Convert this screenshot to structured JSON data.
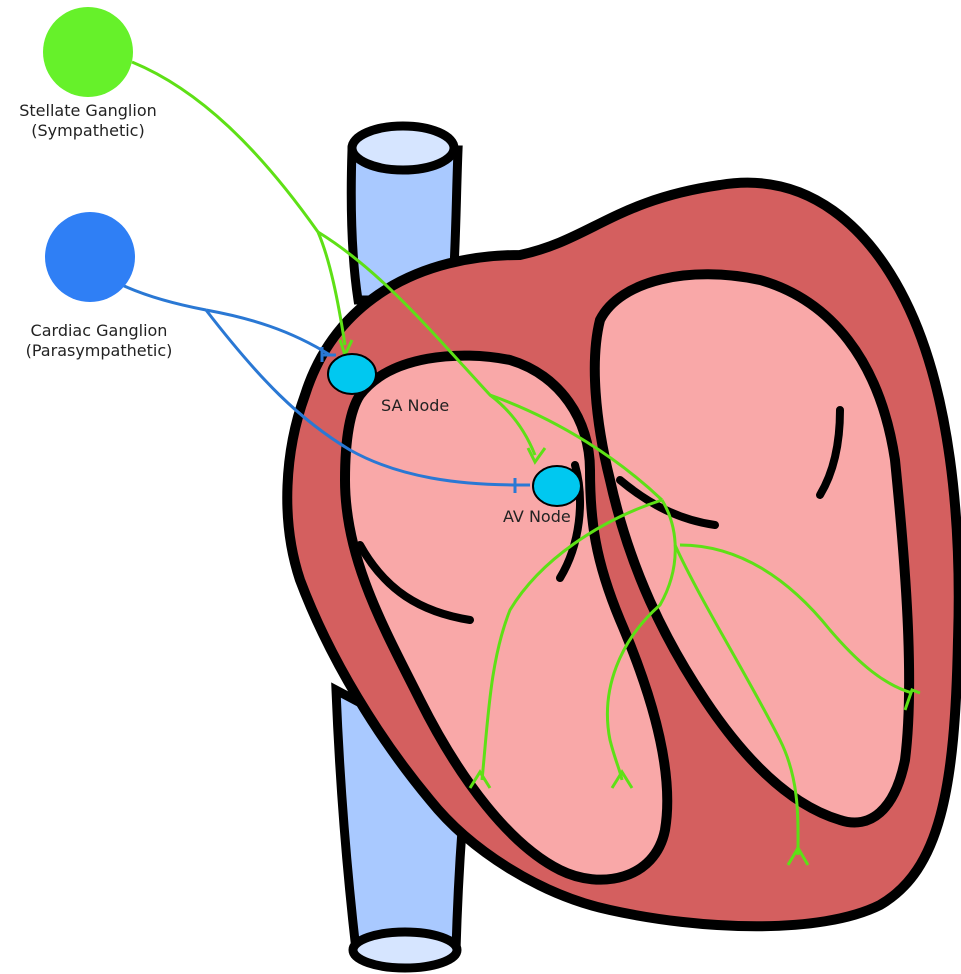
{
  "labels": {
    "stellate_line1": "Stellate Ganglion",
    "stellate_line2": "(Sympathetic)",
    "cardiac_line1": "Cardiac Ganglion",
    "cardiac_line2": "(Parasympathetic)",
    "sa_node": "SA Node",
    "av_node": "AV Node"
  },
  "colors": {
    "sympathetic": "#66f12a",
    "parasympathetic": "#2f7ff5",
    "nerve_green": "#5ee016",
    "nerve_blue": "#2a78d4",
    "node": "#00c8f0",
    "heart_outer": "#d45f5f",
    "heart_chamber": "#f9a8a8",
    "vessel": "#a9c9ff",
    "vessel_cap": "#d6e5ff",
    "outline": "#000000"
  },
  "icons": {
    "stellate_ganglion": "green-circle",
    "cardiac_ganglion": "blue-circle",
    "sa_node": "cyan-ellipse",
    "av_node": "cyan-ellipse"
  }
}
